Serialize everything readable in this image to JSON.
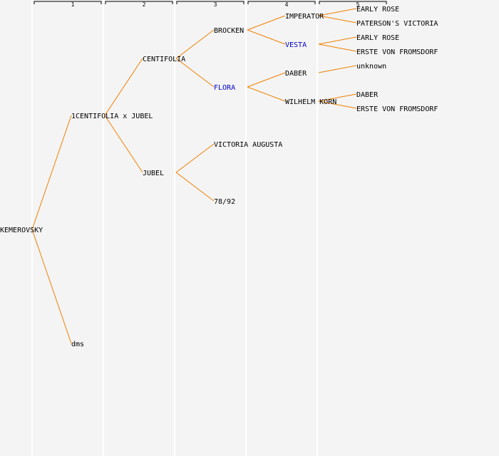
{
  "colors": {
    "background": "#f4f4f4",
    "column_divider": "#ffffff",
    "bracket": "#000000",
    "link": "#f08000",
    "label": "#000000",
    "highlight_label": "#0000cc"
  },
  "generations": [
    "1",
    "2",
    "3",
    "4",
    "5"
  ],
  "tree": {
    "label": "KEMEROVSKY",
    "children": [
      {
        "label": "1CENTIFOLIA x JUBEL",
        "children": [
          {
            "label": "CENTIFOLIA",
            "children": [
              {
                "label": "BROCKEN",
                "children": [
                  {
                    "label": "IMPERATOR",
                    "children": [
                      {
                        "label": "EARLY ROSE"
                      },
                      {
                        "label": "PATERSON'S VICTORIA"
                      }
                    ]
                  },
                  {
                    "label": "VESTA",
                    "highlight": true,
                    "children": [
                      {
                        "label": "EARLY ROSE"
                      },
                      {
                        "label": "ERSTE VON FROMSDORF"
                      }
                    ]
                  }
                ]
              },
              {
                "label": "FLORA",
                "highlight": true,
                "children": [
                  {
                    "label": "DABER",
                    "children": [
                      {
                        "label": "unknown"
                      }
                    ]
                  },
                  {
                    "label": "WILHELM KORN",
                    "children": [
                      {
                        "label": "DABER"
                      },
                      {
                        "label": "ERSTE VON FROMSDORF"
                      }
                    ]
                  }
                ]
              }
            ]
          },
          {
            "label": "JUBEL",
            "children": [
              {
                "label": "VICTORIA AUGUSTA"
              },
              {
                "label": "78/92"
              }
            ]
          }
        ]
      },
      {
        "label": "dms"
      }
    ]
  }
}
